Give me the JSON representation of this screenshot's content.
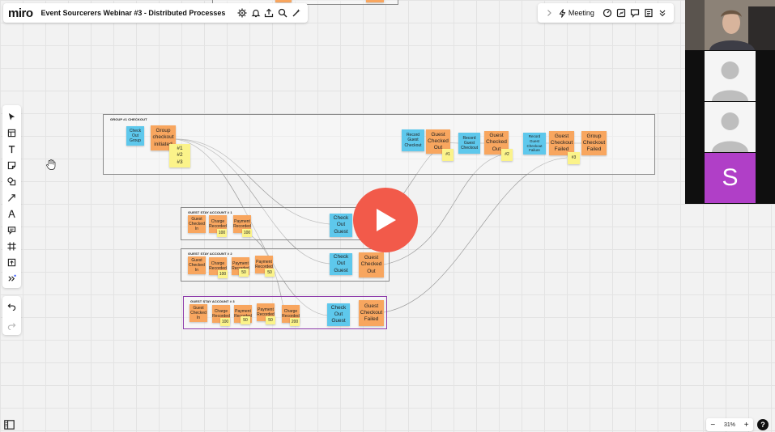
{
  "app": {
    "logo": "miro",
    "board_title": "Event Sourcerers Webinar #3 - Distributed Processes"
  },
  "top_icons": [
    "gear-icon",
    "bell-icon",
    "upload-icon",
    "search-icon",
    "magic-icon"
  ],
  "collab": {
    "meeting_label": "Meeting",
    "icons": [
      "timer-icon",
      "presentation-icon",
      "comment-icon",
      "notes-icon",
      "chevron-down-icon"
    ]
  },
  "toolbar": {
    "tools": [
      "select-icon",
      "templates-icon",
      "text-icon",
      "sticky-note-icon",
      "shapes-icon",
      "connector-icon",
      "pen-icon",
      "comment-icon",
      "frame-icon",
      "upload-icon",
      "more-icon"
    ]
  },
  "frames": {
    "group": {
      "title": "GROUP #1 CHECKOUT"
    },
    "account1": {
      "title": "GUEST STAY ACCOUNT # 1"
    },
    "account2": {
      "title": "GUEST STAY ACCOUNT # 2"
    },
    "account3": {
      "title": "GUEST STAY ACCOUNT # 3"
    }
  },
  "stickies": {
    "g_checkout_group": "Check Out Group",
    "g_initiated": "Group checkout initiated",
    "g_list": "#1\n#2\n#3",
    "g_record1": "Record Guest Checkout",
    "g_checked1": "Guest Checked Out",
    "g_tag1": "#1",
    "g_record2": "Record Guest Checkout",
    "g_checked2": "Guest Checked Out",
    "g_tag2": "#2",
    "g_record3": "Record Guest Checkout Failure",
    "g_failed": "Guest Checkout Failed",
    "g_tag3": "#3",
    "g_group_failed": "Group Checkout Failed",
    "a1_checkedin": "Guest Checked In",
    "a1_charge": "Charge Recorded",
    "a1_charge_amt": "100",
    "a1_payment": "Payment Recorded",
    "a1_payment_amt": "100",
    "a1_cmd": "Check Out Guest",
    "a2_checkedin": "Guest Checked In",
    "a2_charge": "Charge Recorded",
    "a2_charge_amt": "100",
    "a2_payment1": "Payment Recorded",
    "a2_payment1_amt": "50",
    "a2_payment2": "Payment Recorded",
    "a2_payment2_amt": "50",
    "a2_cmd": "Check Out Guest",
    "a2_checked": "Guest Checked Out",
    "a3_checkedin": "Guest Checked In",
    "a3_charge1": "Charge Recorded",
    "a3_charge1_amt": "100",
    "a3_payment1": "Payment Recorded",
    "a3_payment1_amt": "50",
    "a3_payment2": "Payment Recorded",
    "a3_payment2_amt": "50",
    "a3_charge2": "Charge Recorded",
    "a3_charge2_amt": "200",
    "a3_cmd": "Check Out Guest",
    "a3_failed": "Guest Checkout Failed"
  },
  "video": {
    "participant_initial": "S"
  },
  "zoom": {
    "minus": "−",
    "level": "31%",
    "plus": "+"
  },
  "help_label": "?",
  "colors": {
    "command": "#5ec8ec",
    "event": "#f8a65f",
    "note": "#fbf38a",
    "play": "#f25a4a",
    "selected_frame": "#8e3dab",
    "avatar_s": "#b03fc7"
  }
}
